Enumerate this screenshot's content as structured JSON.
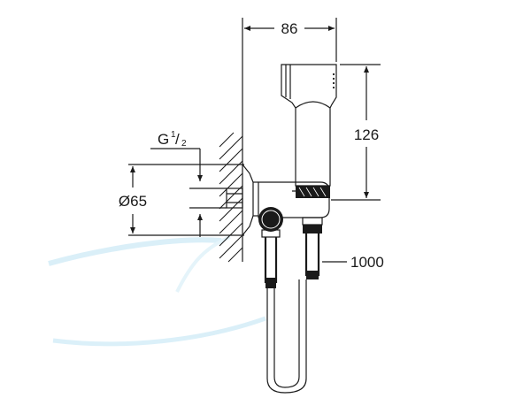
{
  "dimensions": {
    "width": "86",
    "height": "126",
    "thread_prefix": "G",
    "thread_numerator": "1",
    "thread_denominator": "2",
    "diameter": "Ø65",
    "hose_length": "1000"
  },
  "colors": {
    "line": "#1a1a1a",
    "watermark": "#d7eef8"
  }
}
